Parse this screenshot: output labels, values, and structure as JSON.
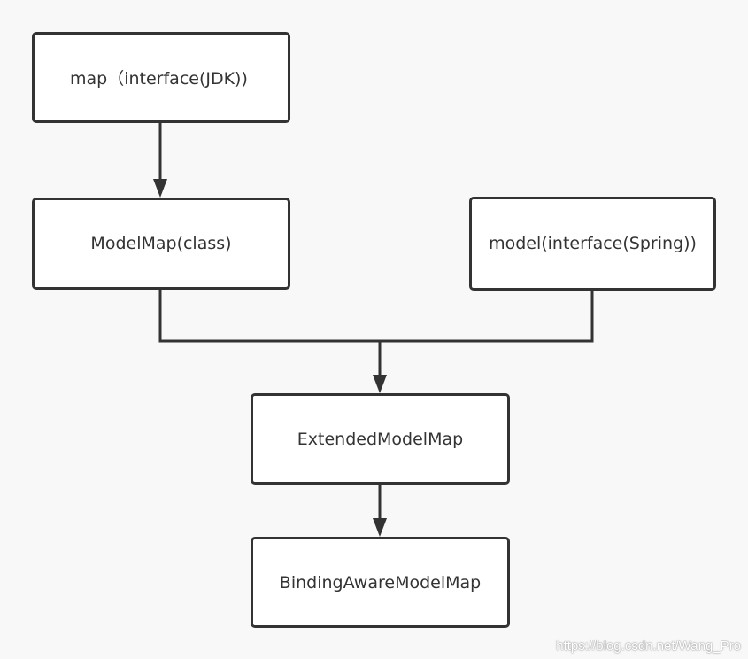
{
  "nodes": {
    "map": "map（interface(JDK))",
    "modelmap": "ModelMap(class)",
    "model": "model(interface(Spring))",
    "extended": "ExtendedModelMap",
    "binding": "BindingAwareModelMap"
  },
  "edges": [
    {
      "from": "map",
      "to": "modelmap"
    },
    {
      "from": "modelmap",
      "to": "extended"
    },
    {
      "from": "model",
      "to": "extended"
    },
    {
      "from": "extended",
      "to": "binding"
    }
  ],
  "colors": {
    "background": "#f8f8f8",
    "stroke": "#333333",
    "node_fill": "#ffffff"
  },
  "watermark": "https://blog.csdn.net/Wang_Pro"
}
